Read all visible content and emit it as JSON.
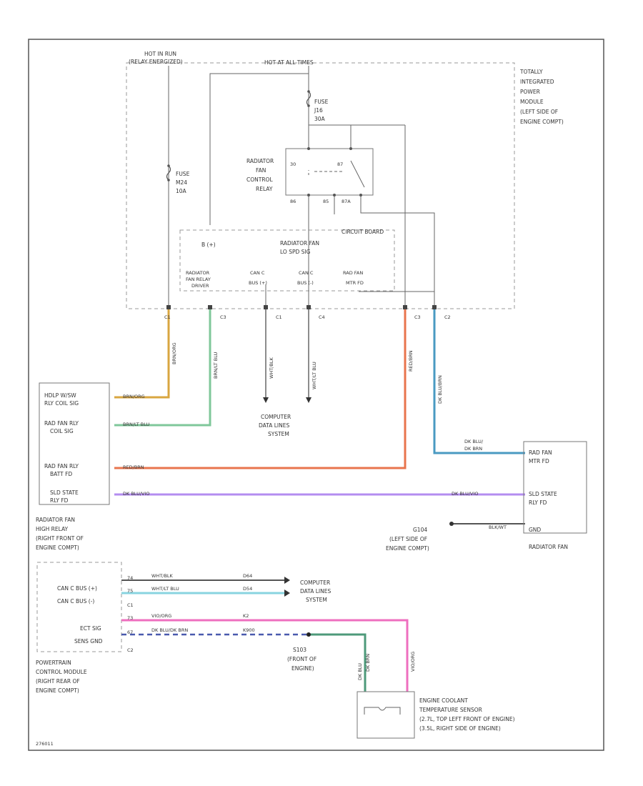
{
  "labels": {
    "hot_run_relay": [
      "HOT IN RUN",
      "(RELAY ENERGIZED)"
    ],
    "hot_at_all_times": "HOT AT ALL TIMES",
    "tipm": [
      "TOTALLY",
      "INTEGRATED",
      "POWER",
      "MODULE",
      "(LEFT SIDE OF",
      "ENGINE COMPT)"
    ],
    "fuse_top": [
      "FUSE",
      "J16",
      "30A"
    ],
    "fuse_left": [
      "FUSE",
      "M24",
      "10A"
    ],
    "radiator_fan_control_relay": [
      "RADIATOR",
      "FAN",
      "CONTROL",
      "RELAY"
    ],
    "relay_pins": [
      "30",
      "87",
      "86",
      "85",
      "87A"
    ],
    "circuit_board": "CIRCUIT BOARD",
    "b_plus": "B (+)",
    "radiator_fan_lo_spd": [
      "RADIATOR FAN",
      "LO SPD SIG"
    ],
    "rad_fan_relay_driver": [
      "RADIATOR",
      "FAN RELAY",
      "DRIVER"
    ],
    "can_c_bus_plus": [
      "CAN C",
      "BUS (+)"
    ],
    "can_c_bus_minus": [
      "CAN C",
      "BUS (-)"
    ],
    "rad_fan_mtr_fd": [
      "RAD FAN",
      "MTR FD"
    ],
    "connectors_top": [
      "C1",
      "C3",
      "C1",
      "C4",
      "C3",
      "C2"
    ],
    "wire_left_1": "BRN/ORG",
    "wire_left_2": "BRN/LT BLU",
    "wire_can_plus": "WHT/BLK",
    "wire_can_minus": "WHT/LT BLU",
    "wire_red": "RED/BRN",
    "wire_blue": "DK BLU/BRN",
    "computer_data_lines_1": [
      "COMPUTER",
      "DATA LINES",
      "SYSTEM"
    ],
    "high_relay_pins": [
      [
        "HDLP W/SW",
        "RLY COIL SIG"
      ],
      [
        "RAD FAN RLY",
        "COIL SIG"
      ],
      [
        "RAD FAN RLY",
        "BATT FD"
      ],
      [
        "SLD STATE",
        "RLY FD"
      ]
    ],
    "high_relay_wires": [
      "BRN/ORG",
      "BRN/LT BLU",
      "RED/BRN",
      "DK BLU/VIO"
    ],
    "radiator_fan_high_relay": [
      "RADIATOR FAN",
      "HIGH RELAY",
      "(RIGHT FRONT OF",
      "ENGINE COMPT)"
    ],
    "fan_pins": [
      [
        "RAD FAN",
        "MTR FD"
      ],
      [
        "SLD STATE",
        "RLY FD"
      ],
      "GND"
    ],
    "fan_wires": [
      "DK BLU/",
      "DK BRN",
      "DK BLU/VIO",
      "BLK/WT"
    ],
    "radiator_fan": "RADIATOR FAN",
    "ground_g104": [
      "G104",
      "(LEFT SIDE OF",
      "ENGINE COMPT)"
    ],
    "pcm_pins": [
      "CAN C BUS (+)",
      "CAN C BUS (-)",
      "ECT SIG",
      "SENS GND"
    ],
    "pcm_wires": [
      "WHT/BLK",
      "WHT/LT BLU",
      "VIO/ORG",
      "DK BLU/DK BRN"
    ],
    "pcm_pin_numbers": [
      "74",
      "75",
      "73",
      "67",
      "C1",
      "C2"
    ],
    "pcm_circuits": [
      "D64",
      "D54",
      "K2",
      "K900"
    ],
    "computer_data_lines_2": [
      "COMPUTER",
      "DATA LINES",
      "SYSTEM"
    ],
    "pcm": [
      "POWERTRAIN",
      "CONTROL MODULE",
      "(RIGHT REAR OF",
      "ENGINE COMPT)"
    ],
    "splice_s103": [
      "S103",
      "(FRONT OF",
      "ENGINE)"
    ],
    "sensor_wires": [
      "DK BLU",
      "DK BRN",
      "VIO/ORG"
    ],
    "ect_sensor": [
      "ENGINE COOLANT",
      "TEMPERATURE SENSOR",
      "(2.7L, TOP LEFT FRONT OF ENGINE)",
      "(3.5L, RIGHT SIDE OF ENGINE)"
    ],
    "figure_id": "276011"
  },
  "colors": {
    "wire_default": "#666666",
    "orange": "#d9a640",
    "green": "#7fc79a",
    "red": "#e8744d",
    "blue": "#4a9ac2",
    "violet": "#b48cf0",
    "cyan": "#88d4e0",
    "pink": "#ee6fbf",
    "navy": "#4a5aae",
    "sensor_green": "#4d9a7a"
  }
}
